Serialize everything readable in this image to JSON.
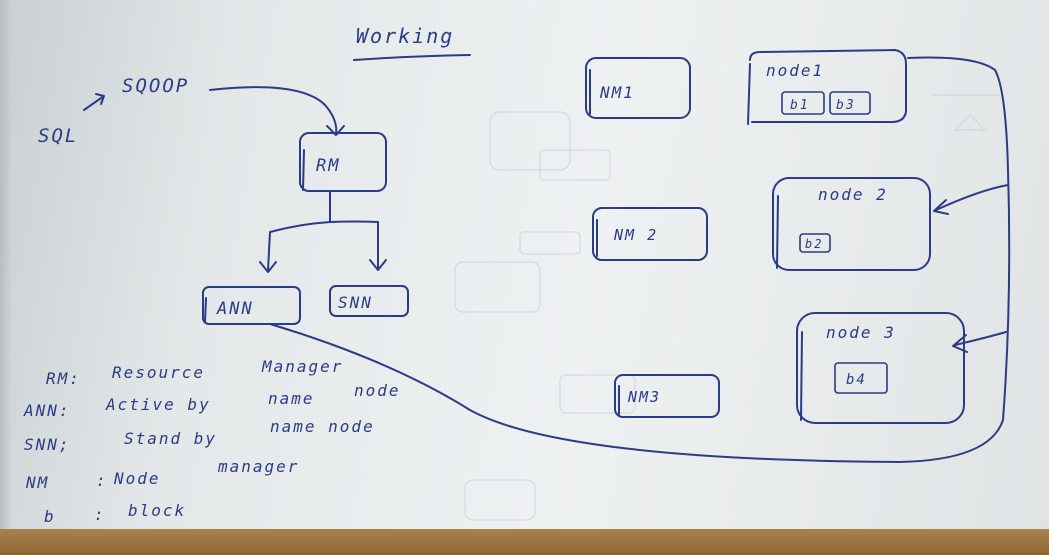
{
  "diagram": {
    "title": "Working",
    "source": "SQL",
    "tool": "SQOOP",
    "nodes": {
      "rm": "RM",
      "ann": "ANN",
      "snn": "SNN",
      "nm1": "NM1",
      "nm2": "NM 2",
      "nm3": "NM3",
      "node1": "node1",
      "node2": "node 2",
      "node3": "node 3"
    },
    "blocks": {
      "node1": [
        "b1",
        "b3"
      ],
      "node2": [
        "b2"
      ],
      "node3": [
        "b4"
      ]
    },
    "legend": {
      "rm": {
        "abbr": "RM:",
        "text1": "Resource",
        "text2": "Manager"
      },
      "ann": {
        "abbr": "ANN:",
        "text1": "Active by",
        "text2": "name",
        "text3": "node"
      },
      "snn": {
        "abbr": "SNN;",
        "text1": "Stand by",
        "text2": "name node"
      },
      "nm": {
        "abbr": "NM",
        "sep": ":",
        "text1": "Node",
        "text2": "manager"
      },
      "b": {
        "abbr": "b",
        "sep": ":",
        "text1": "block"
      }
    }
  },
  "colors": {
    "ink": "#2c3b86",
    "paper": "#eef1f2",
    "table": "#8a6634"
  }
}
